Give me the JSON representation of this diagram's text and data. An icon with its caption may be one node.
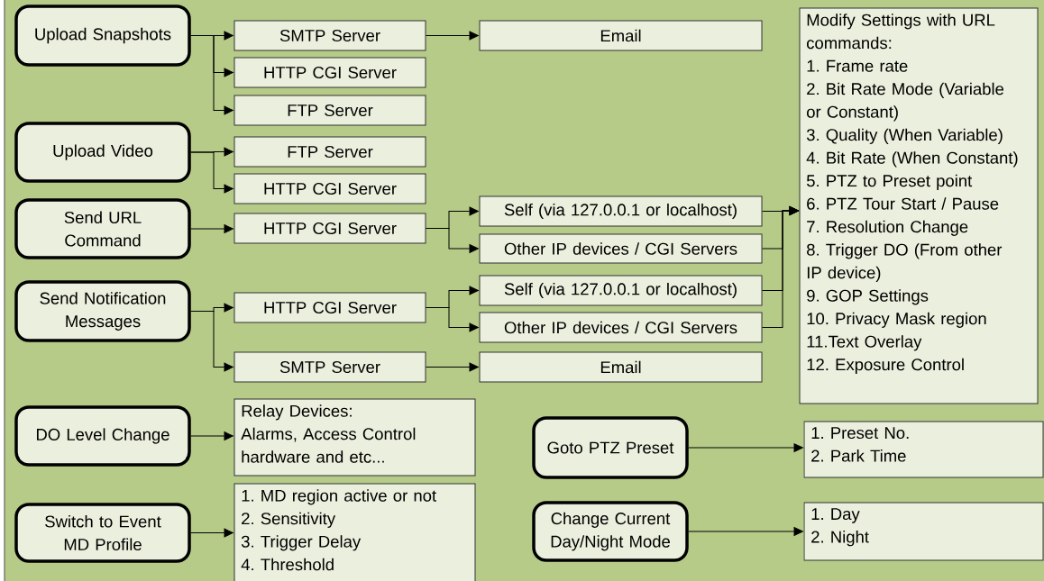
{
  "diagram": {
    "nodes": [
      {
        "text": [
          "Upload Snapshots"
        ]
      },
      {
        "text": [
          "SMTP Server"
        ]
      },
      {
        "text": [
          "Email"
        ]
      },
      {
        "text": [
          "HTTP CGI Server"
        ]
      },
      {
        "text": [
          "FTP Server"
        ]
      },
      {
        "text": [
          "Modify Settings with URL commands:",
          "1. Frame rate",
          "2. Bit Rate Mode (Variable or Constant)",
          "3. Quality (When Variable)",
          "4. Bit Rate (When Constant)",
          "5. PTZ to Preset point",
          "6. PTZ Tour Start / Pause",
          "7. Resolution Change",
          "8. Trigger DO (From other IP device)",
          "9. GOP Settings",
          "10. Privacy Mask region",
          "11.Text Overlay",
          "12. Exposure Control"
        ]
      },
      {
        "text": [
          "Upload Video"
        ]
      },
      {
        "text": [
          "FTP Server"
        ]
      },
      {
        "text": [
          "HTTP CGI Server"
        ]
      },
      {
        "text": [
          "Send URL Command"
        ]
      },
      {
        "text": [
          "HTTP CGI Server"
        ]
      },
      {
        "text": [
          "Self (via 127.0.0.1 or localhost)"
        ]
      },
      {
        "text": [
          "Other IP devices / CGI Servers"
        ]
      },
      {
        "text": [
          "Send Notification Messages"
        ]
      },
      {
        "text": [
          "HTTP CGI Server"
        ]
      },
      {
        "text": [
          "Self (via 127.0.0.1 or localhost)"
        ]
      },
      {
        "text": [
          "Other IP devices / CGI Servers"
        ]
      },
      {
        "text": [
          "SMTP Server"
        ]
      },
      {
        "text": [
          "Email"
        ]
      },
      {
        "text": [
          "DO Level Change"
        ]
      },
      {
        "text": [
          "Relay Devices:",
          "Alarms, Access Control hardware and etc..."
        ]
      },
      {
        "text": [
          "Goto PTZ Preset"
        ]
      },
      {
        "text": [
          "1. Preset No.",
          "2. Park Time"
        ]
      },
      {
        "text": [
          "Switch to Event MD Profile"
        ]
      },
      {
        "text": [
          "1. MD region active or not",
          "2. Sensitivity",
          "3. Trigger Delay",
          "4. Threshold"
        ]
      },
      {
        "text": [
          "Change Current Day/Night Mode"
        ]
      },
      {
        "text": [
          "1. Day",
          "2. Night"
        ]
      }
    ],
    "edges": [
      {
        "from": 0,
        "to": 1,
        "arrow": "to"
      },
      {
        "from": 0,
        "to": 3,
        "arrow": "to"
      },
      {
        "from": 0,
        "to": 4,
        "arrow": "to"
      },
      {
        "from": 1,
        "to": 2,
        "arrow": "to"
      },
      {
        "from": 6,
        "to": 7,
        "arrow": "to"
      },
      {
        "from": 6,
        "to": 8,
        "arrow": "to"
      },
      {
        "from": 9,
        "to": 10,
        "arrow": "to"
      },
      {
        "from": 10,
        "to": 11,
        "arrow": "to"
      },
      {
        "from": 10,
        "to": 12,
        "arrow": "to"
      },
      {
        "from": 11,
        "to": 5,
        "arrow": "to"
      },
      {
        "from": 12,
        "to": 5,
        "arrow": "to"
      },
      {
        "from": 15,
        "to": 5,
        "arrow": "to"
      },
      {
        "from": 16,
        "to": 5,
        "arrow": "to"
      },
      {
        "from": 13,
        "to": 14,
        "arrow": "to"
      },
      {
        "from": 13,
        "to": 17,
        "arrow": "to"
      },
      {
        "from": 14,
        "to": 15,
        "arrow": "to"
      },
      {
        "from": 14,
        "to": 16,
        "arrow": "to"
      },
      {
        "from": 17,
        "to": 18,
        "arrow": "to"
      },
      {
        "from": 19,
        "to": 20,
        "arrow": "to"
      },
      {
        "from": 21,
        "to": 22,
        "arrow": "to"
      },
      {
        "from": 23,
        "to": 24,
        "arrow": "to"
      },
      {
        "from": 25,
        "to": 26,
        "arrow": "to"
      }
    ]
  }
}
